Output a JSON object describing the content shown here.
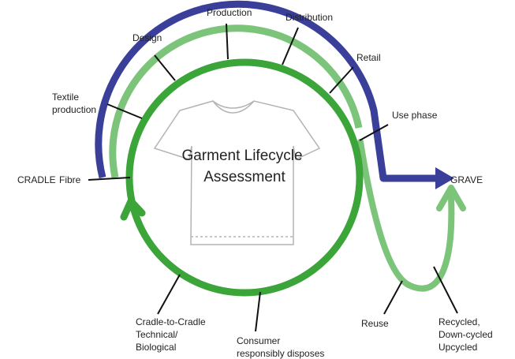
{
  "center": {
    "title_line1": "Garment Lifecycle",
    "title_line2": "Assessment"
  },
  "stages": {
    "cradle": "CRADLE",
    "fibre": "Fibre",
    "textile_line1": "Textile",
    "textile_line2": "production",
    "design": "Design",
    "production": "Production",
    "distribution": "Distribution",
    "retail": "Retail",
    "use_phase": "Use phase",
    "grave": "GRAVE"
  },
  "loops": {
    "reuse": "Reuse",
    "recycled_line1": "Recycled,",
    "recycled_line2": "Down-cycled",
    "recycled_line3": "Upcycled",
    "consumer_line1": "Consumer",
    "consumer_line2": "responsibly disposes",
    "c2c_line1": "Cradle-to-Cradle",
    "c2c_line2": "Technical/",
    "c2c_line3": "Biological"
  },
  "colors": {
    "blue": "#3a3f99",
    "green": "#3ca53a",
    "light_green": "#7cc47a"
  }
}
